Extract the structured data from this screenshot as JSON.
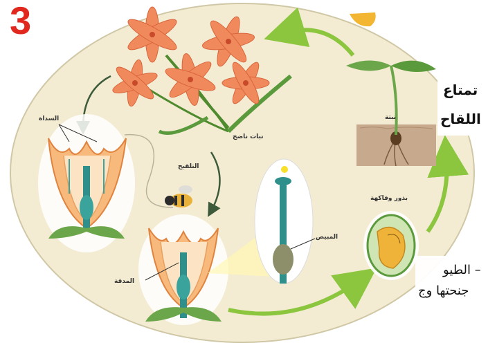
{
  "slide_number": "3",
  "labels": {
    "petals": "السداة",
    "pollination": "التلقيح",
    "mature_plant": "نبات ناضج",
    "ovary": "المبيض",
    "style": "المدقة",
    "seeds_and_fruit": "بذور وفاكهة",
    "seedling": "نبتة"
  },
  "side_text": {
    "line1": "تمتاع",
    "line2": "اللقاح",
    "line3": "– الطيو",
    "line4": "جنحتها وج"
  },
  "colors": {
    "background_oval": "#f3ecd2",
    "cycle_arrow": "#8cc63f",
    "number": "#e0281f",
    "petal": "#f08a5d",
    "leaf": "#5a9a3c"
  }
}
